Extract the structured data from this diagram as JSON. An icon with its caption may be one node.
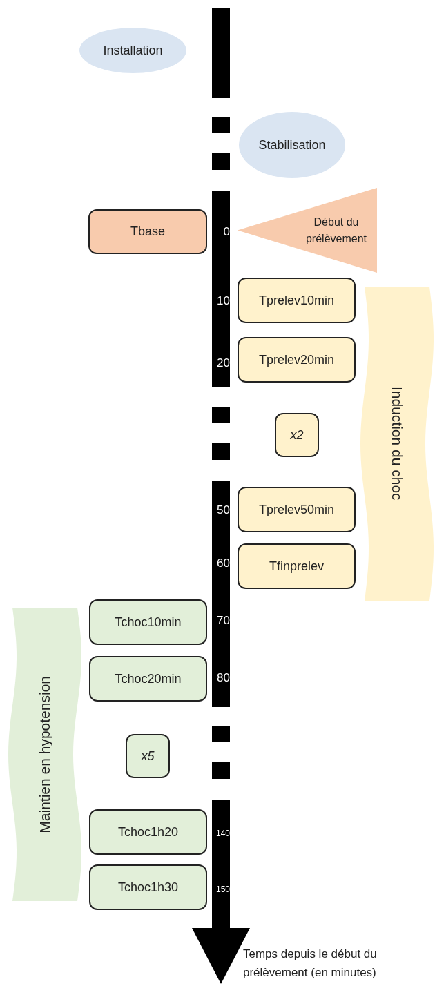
{
  "diagram": {
    "nodes": [
      {
        "text": [
          "Installation"
        ]
      },
      {
        "text": [
          "Stabilisation"
        ]
      },
      {
        "text": [
          "Tbase"
        ]
      },
      {
        "text": [
          "Début du prélèvement"
        ]
      },
      {
        "text": [
          "Tprelev10min"
        ]
      },
      {
        "text": [
          "Induction du choc"
        ]
      },
      {
        "text": [
          "Tprelev20min"
        ]
      },
      {
        "text": [
          "x2"
        ]
      },
      {
        "text": [
          "Tprelev50min"
        ]
      },
      {
        "text": [
          "Tfinprelev"
        ]
      },
      {
        "text": [
          "Tchoc10min"
        ]
      },
      {
        "text": [
          "Maintien en hypotension"
        ]
      },
      {
        "text": [
          "Tchoc20min"
        ]
      },
      {
        "text": [
          "x5"
        ]
      },
      {
        "text": [
          "Tchoc1h20"
        ]
      },
      {
        "text": [
          "Tchoc1h30"
        ]
      }
    ],
    "edges": [],
    "labels": [
      "0",
      "10",
      "20",
      "50",
      "60",
      "70",
      "80",
      "140",
      "150",
      "Temps depuis le début du prélèvement (en minutes)"
    ]
  }
}
